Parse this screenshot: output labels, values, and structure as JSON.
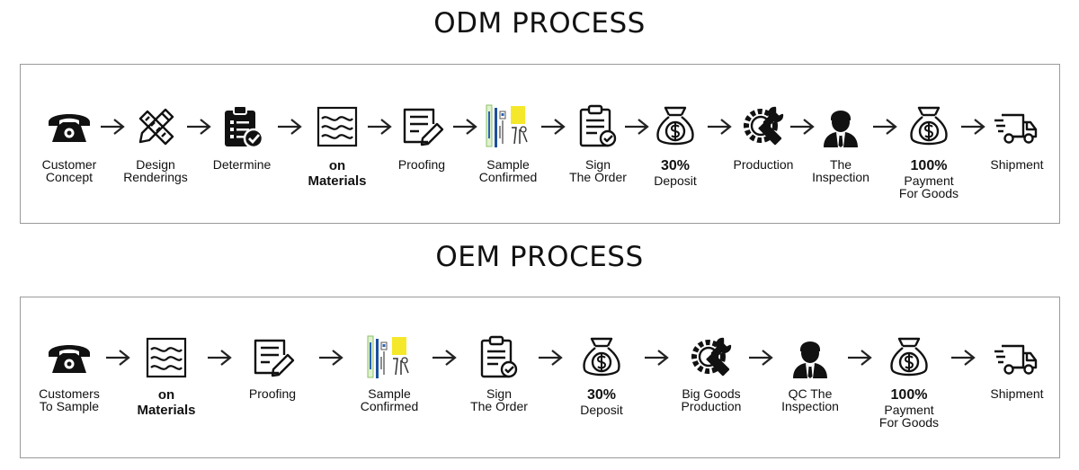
{
  "odm": {
    "title": "ODM PROCESS",
    "steps": [
      {
        "icon": "phone-icon",
        "lines": [
          "Customer",
          "Concept"
        ]
      },
      {
        "icon": "pencil-ruler-icon",
        "lines": [
          "Design",
          "Renderings"
        ]
      },
      {
        "icon": "clipboard-check-icon",
        "lines": [
          "Determine"
        ]
      },
      {
        "icon": "fabric-icon",
        "lines": [
          "on",
          "Materials"
        ]
      },
      {
        "icon": "proofing-icon",
        "lines": [
          "Proofing"
        ]
      },
      {
        "icon": "sample-product-icon",
        "lines": [
          "Sample",
          "Confirmed"
        ]
      },
      {
        "icon": "contract-icon",
        "lines": [
          "Sign",
          "The Order"
        ]
      },
      {
        "icon": "money-bag-icon",
        "lines": [
          "30%",
          "Deposit"
        ]
      },
      {
        "icon": "gear-wrench-icon",
        "lines": [
          "Production"
        ]
      },
      {
        "icon": "inspector-icon",
        "lines": [
          "The",
          "Inspection"
        ]
      },
      {
        "icon": "money-bag-icon",
        "lines": [
          "100%",
          "Payment",
          "For Goods"
        ]
      },
      {
        "icon": "truck-icon",
        "lines": [
          "Shipment"
        ]
      }
    ]
  },
  "oem": {
    "title": "OEM PROCESS",
    "steps": [
      {
        "icon": "phone-icon",
        "lines": [
          "Customers",
          "To Sample"
        ]
      },
      {
        "icon": "fabric-icon",
        "lines": [
          "on",
          "Materials"
        ]
      },
      {
        "icon": "proofing-icon",
        "lines": [
          "Proofing"
        ]
      },
      {
        "icon": "sample-product-icon",
        "lines": [
          "Sample",
          "Confirmed"
        ]
      },
      {
        "icon": "contract-icon",
        "lines": [
          "Sign",
          "The Order"
        ]
      },
      {
        "icon": "money-bag-icon",
        "lines": [
          "30%",
          "Deposit"
        ]
      },
      {
        "icon": "gear-wrench-icon",
        "lines": [
          "Big Goods",
          "Production"
        ]
      },
      {
        "icon": "inspector-icon",
        "lines": [
          "QC The",
          "Inspection"
        ]
      },
      {
        "icon": "money-bag-icon",
        "lines": [
          "100%",
          "Payment",
          "For Goods"
        ]
      },
      {
        "icon": "truck-icon",
        "lines": [
          "Shipment"
        ]
      }
    ]
  }
}
